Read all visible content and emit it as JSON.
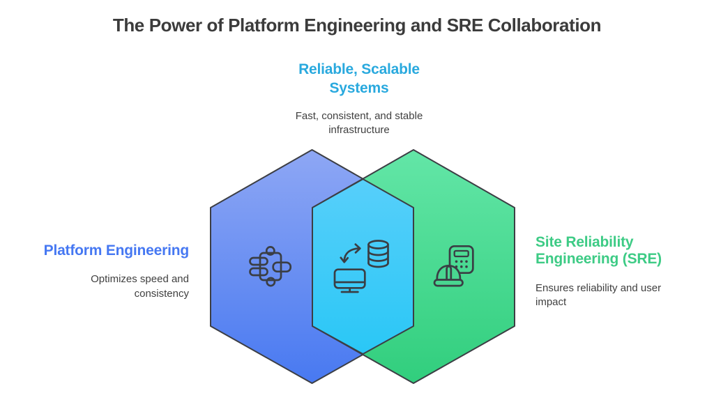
{
  "title": "The Power of Platform Engineering and SRE Collaboration",
  "overlap": {
    "heading": "Reliable, Scalable\nSystems",
    "description": "Fast, consistent, and stable\ninfrastructure",
    "heading_color": "#29A9DE",
    "hexagon_gradient": [
      "#57CFFA",
      "#2AC7F6"
    ],
    "icon": "monitor-database-sync-icon"
  },
  "platform": {
    "heading": "Platform Engineering",
    "description": "Optimizes speed and\nconsistency",
    "heading_color": "#4678F2",
    "hexagon_gradient": [
      "#8EA7F4",
      "#4879F1"
    ],
    "icon": "puzzle-icon"
  },
  "sre": {
    "heading": "Site Reliability\nEngineering (SRE)",
    "description": "Ensures reliability and user\nimpact",
    "heading_color": "#3DCB85",
    "hexagon_gradient": [
      "#63E6A7",
      "#31CE7D"
    ],
    "icon": "hardhat-calculator-icon"
  },
  "colors": {
    "title_text": "#3B3B3B",
    "body_text": "#3F3F3F",
    "outline": "#3C3E44",
    "icon_stroke": "#3A3E44",
    "background": "#FFFFFF"
  }
}
